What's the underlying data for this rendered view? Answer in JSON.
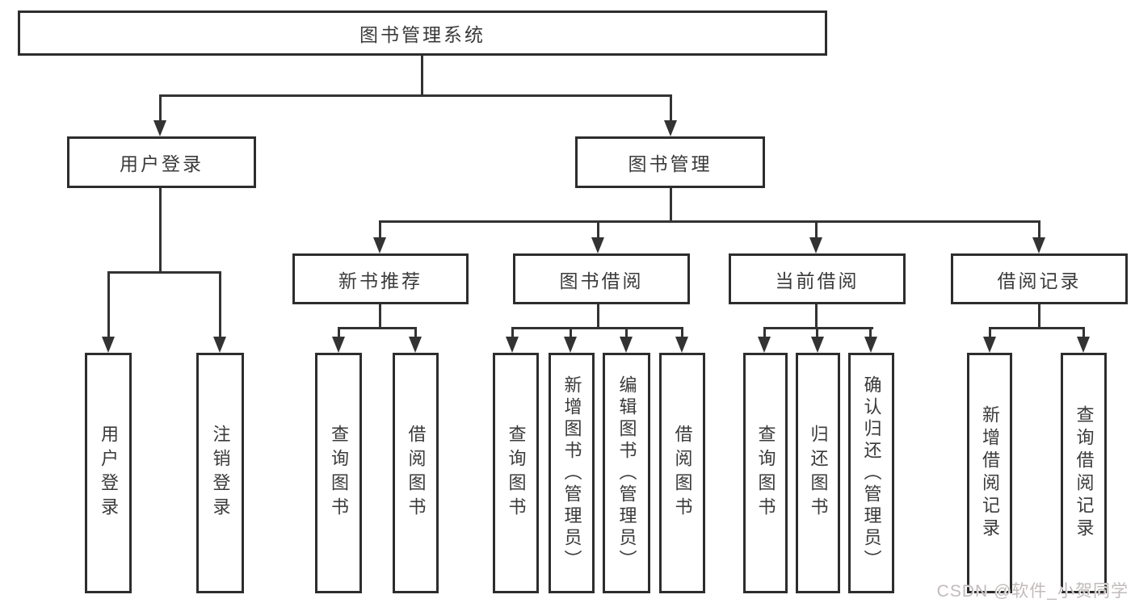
{
  "diagram": {
    "type": "hierarchy-structure-diagram",
    "colors": {
      "background": "#ffffff",
      "box_border": "#2d2d2d",
      "connector": "#333333",
      "text": "#3a3a3a",
      "watermark": "#c2baba"
    },
    "nodes": {
      "root": {
        "label": "图书管理系统"
      },
      "user_login": {
        "label": "用户登录"
      },
      "book_mgmt": {
        "label": "图书管理"
      },
      "new_book_rec": {
        "label": "新书推荐"
      },
      "book_borrow": {
        "label": "图书借阅"
      },
      "current_borrow": {
        "label": "当前借阅"
      },
      "borrow_record": {
        "label": "借阅记录"
      },
      "leaf_user_login": {
        "label": "用户登录"
      },
      "leaf_logout": {
        "label": "注销登录"
      },
      "rec_query_book": {
        "label": "查询图书"
      },
      "rec_borrow_book": {
        "label": "借阅图书"
      },
      "bb_query_book": {
        "label": "查询图书"
      },
      "bb_add_book": {
        "label": "新增图书（管理员）"
      },
      "bb_edit_book": {
        "label": "编辑图书（管理员）"
      },
      "bb_borrow_book": {
        "label": "借阅图书"
      },
      "cb_query_book": {
        "label": "查询图书"
      },
      "cb_return_book": {
        "label": "归还图书"
      },
      "cb_confirm_return": {
        "label": "确认归还（管理员）"
      },
      "br_add_record": {
        "label": "新增借阅记录"
      },
      "br_query_record": {
        "label": "查询借阅记录"
      }
    },
    "watermark": "CSDN @软件_小贺同学"
  }
}
